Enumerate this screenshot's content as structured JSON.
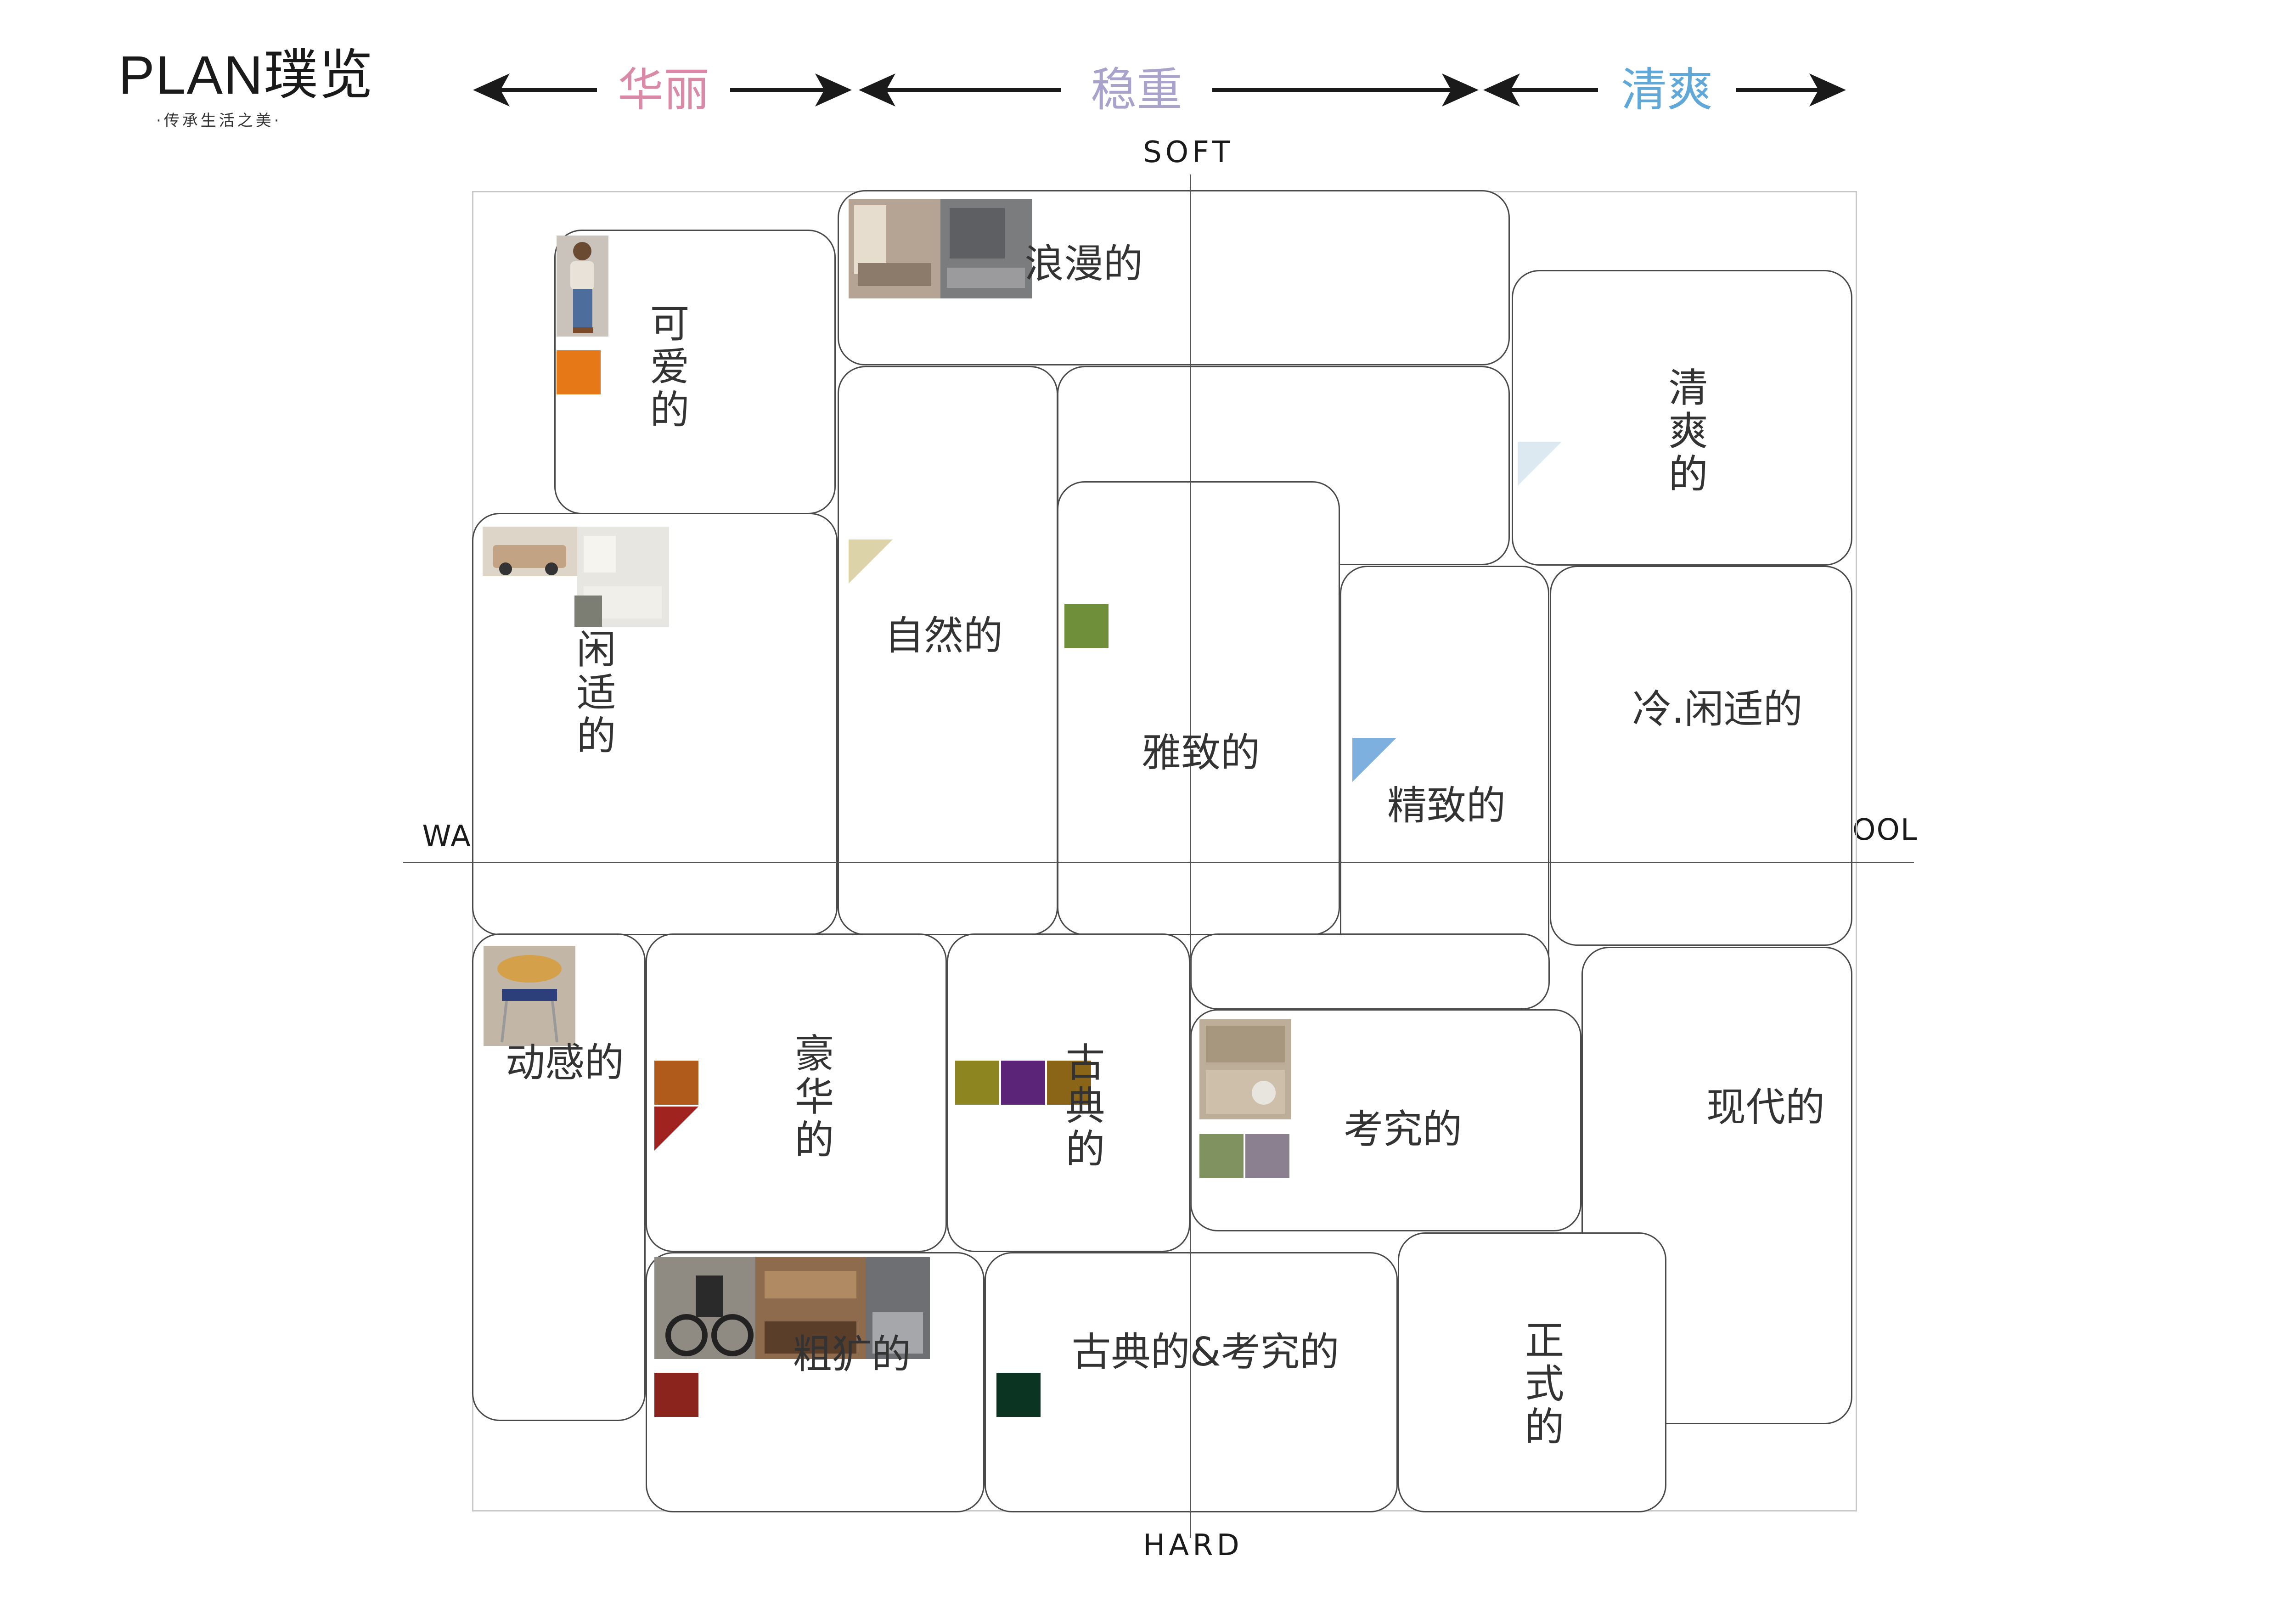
{
  "logo": {
    "name": "PLAN璞览",
    "tagline": "·传承生活之美·"
  },
  "top_bar": {
    "segments": [
      {
        "label": "华丽",
        "color": "#d98aa6"
      },
      {
        "label": "稳重",
        "color": "#a9a3cc"
      },
      {
        "label": "清爽",
        "color": "#5fa8d8"
      }
    ]
  },
  "axes": {
    "top": "SOFT",
    "bottom": "HARD",
    "left": "WARM",
    "right": "COOL"
  },
  "styles": [
    {
      "key": "cute",
      "label": "可爱的",
      "swatches": [
        "#e67817"
      ]
    },
    {
      "key": "romantic",
      "label": "浪漫的"
    },
    {
      "key": "fresh",
      "label": "清爽的",
      "swatches": [
        "#dce9f0"
      ]
    },
    {
      "key": "leisure",
      "label": "闲适的"
    },
    {
      "key": "natural",
      "label": "自然的",
      "swatches": [
        "#dcd3a8"
      ]
    },
    {
      "key": "elegant",
      "label": "雅致的",
      "swatches": [
        "#6f8f3a"
      ]
    },
    {
      "key": "refined",
      "label": "精致的",
      "swatches": [
        "#7eb0df"
      ]
    },
    {
      "key": "cool_leisure",
      "label": "冷.闲适的"
    },
    {
      "key": "dynamic",
      "label": "动感的"
    },
    {
      "key": "luxury",
      "label": "豪华的",
      "swatches": [
        "#b05a1c",
        "#a0231f"
      ]
    },
    {
      "key": "classic",
      "label": "古典的",
      "swatches": [
        "#8d8520",
        "#5b2478",
        "#8a6417"
      ]
    },
    {
      "key": "exquisite",
      "label": "考究的",
      "swatches": [
        "#7f9260",
        "#8a8090"
      ]
    },
    {
      "key": "modern",
      "label": "现代的"
    },
    {
      "key": "rugged",
      "label": "粗犷的",
      "swatches": [
        "#8a241c"
      ]
    },
    {
      "key": "classic_exquisite",
      "label": "古典的&考究的",
      "swatches": [
        "#0b3522"
      ]
    },
    {
      "key": "formal",
      "label": "正式的"
    }
  ]
}
